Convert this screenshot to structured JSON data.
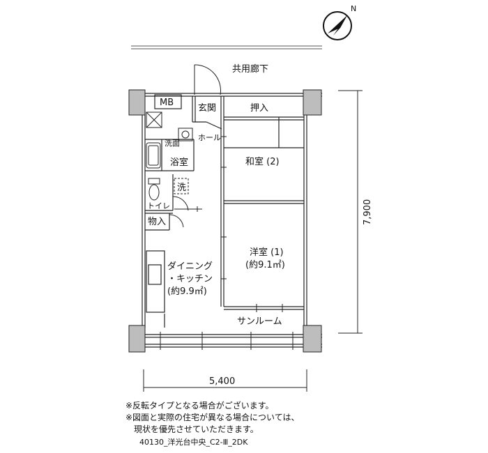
{
  "compass": {
    "north_label": "N"
  },
  "rooms": {
    "corridor": "共用廊下",
    "mb": "MB",
    "entrance": "玄関",
    "oshiire": "押入",
    "hall": "ホール",
    "washroom": "洗面",
    "bathroom": "浴室",
    "washer": "洗",
    "toilet": "トイレ",
    "storage": "物入",
    "washitsu": "和室 (2)",
    "yoshitsu": "洋室 (1)",
    "yoshitsu_area": "(約9.1㎡)",
    "dk_line1": "ダイニング",
    "dk_line2": "・キッチン",
    "dk_area": "(約9.9㎡)",
    "sunroom": "サンルーム"
  },
  "dimensions": {
    "width": "5,400",
    "depth": "7,900"
  },
  "notes": {
    "line1": "※反転タイプとなる場合がございます。",
    "line2": "※図面と実際の住宅が異なる場合については、",
    "line3": "　現状を優先させていただきます。"
  },
  "plan_code": "40130_洋光台中央_C2-Ⅲ_2DK"
}
